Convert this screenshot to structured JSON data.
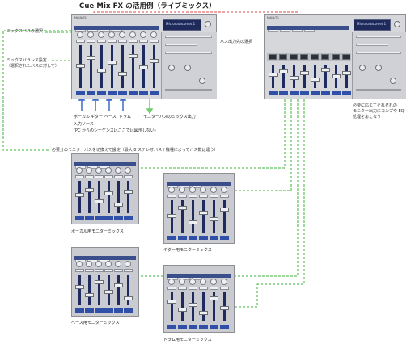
{
  "title": "Cue Mix FX の活用例（ライブミックス）",
  "left_annotations": {
    "mix_bus_select": "ミックスバスの選択",
    "mix_balance_1": "ミックスバランス設定",
    "mix_balance_2": "（選択されたバスに対して）"
  },
  "right_annotations": {
    "bus_output_select": "バス出力先の選択",
    "processing_1": "必要に応じてそれぞれの",
    "processing_2": "モニター出力にコンプや EQ",
    "processing_3": "処理をおこなう"
  },
  "channel_labels": {
    "vocal": "ボーカル",
    "guitar": "ギター",
    "bass": "ベース",
    "drums": "ドラム",
    "input_source": "入力ソース",
    "input_note": "(PC からのシーケンスはここでは図示しない)",
    "monitor_bus_out": "モニターバスのミックス出力"
  },
  "switch_note": "必要分のモニターバスを切換えて設定（最大 8 ステレオバス / 機種によってバス数は違う）",
  "mixes": {
    "vocal": "ボーカル用モニターミックス",
    "guitar": "ギター用モニターミックス",
    "bass": "ベース用モニターミックス",
    "drums": "ドラム用モニターミックス"
  },
  "panel_titles": {
    "left_main": "MAIN/TS",
    "right_main": "MAIN/TS",
    "lcd_left": "Microdatacomet 1",
    "lcd_right": "Microdatacomet 1"
  },
  "colors": {
    "dashed_green": "#3db33a",
    "dashed_red": "#d94a4a",
    "arrow_blue": "#3a6cc8",
    "arrow_green": "#6ccf6a"
  }
}
